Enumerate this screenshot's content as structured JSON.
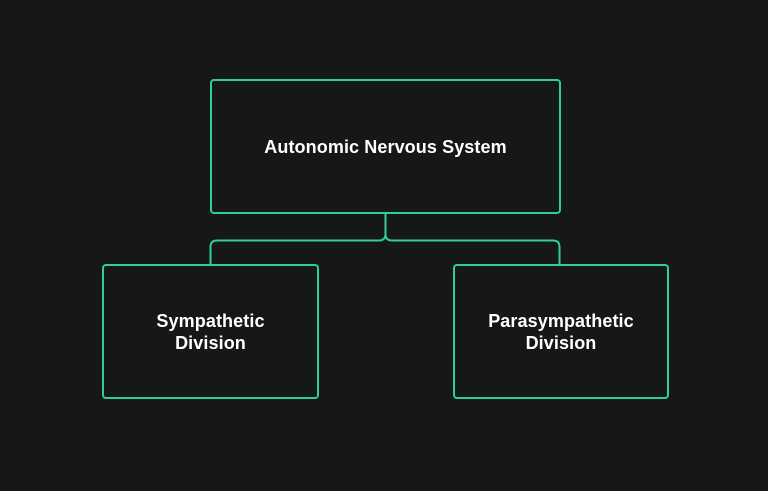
{
  "diagram": {
    "accent_color": "#2fd08f",
    "background_color": "#151719",
    "text_color": "#ffffff",
    "root": {
      "label": "Autonomic Nervous System"
    },
    "children": [
      {
        "label": "Sympathetic Division"
      },
      {
        "label": "Parasympathetic Division"
      }
    ]
  }
}
